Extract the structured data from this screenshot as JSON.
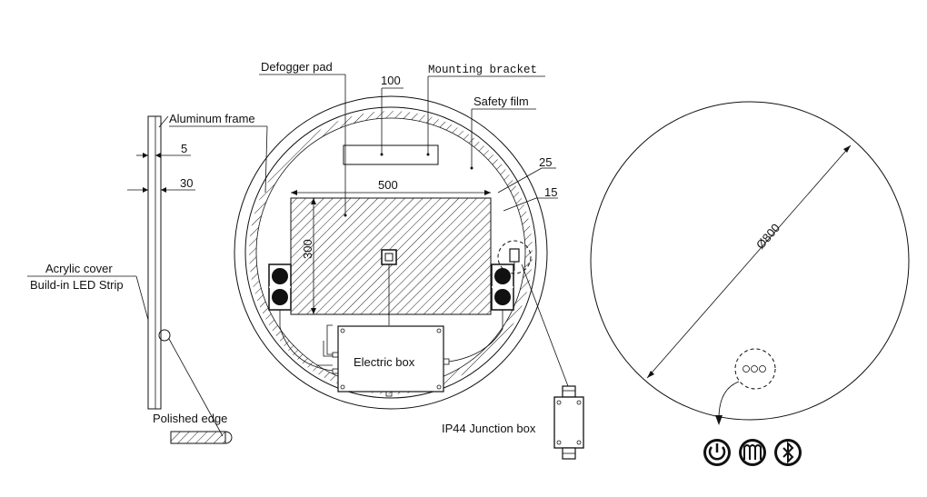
{
  "labels": {
    "defogger_pad": "Defogger pad",
    "mounting_bracket": "Mounting bracket",
    "aluminum_frame": "Aluminum frame",
    "safety_film": "Safety film",
    "acrylic_cover": "Acrylic cover",
    "build_in_led": "Build-in LED Strip",
    "polished_edge": "Polished edge",
    "electric_box": "Electric box",
    "junction_box": "IP44 Junction box"
  },
  "dimensions": {
    "d100": "100",
    "d5": "5",
    "d30": "30",
    "d500": "500",
    "d300": "300",
    "d25": "25",
    "d15": "15",
    "d800": "Ø800"
  },
  "icons": [
    "power-icon",
    "defog-icon",
    "bluetooth-icon"
  ]
}
